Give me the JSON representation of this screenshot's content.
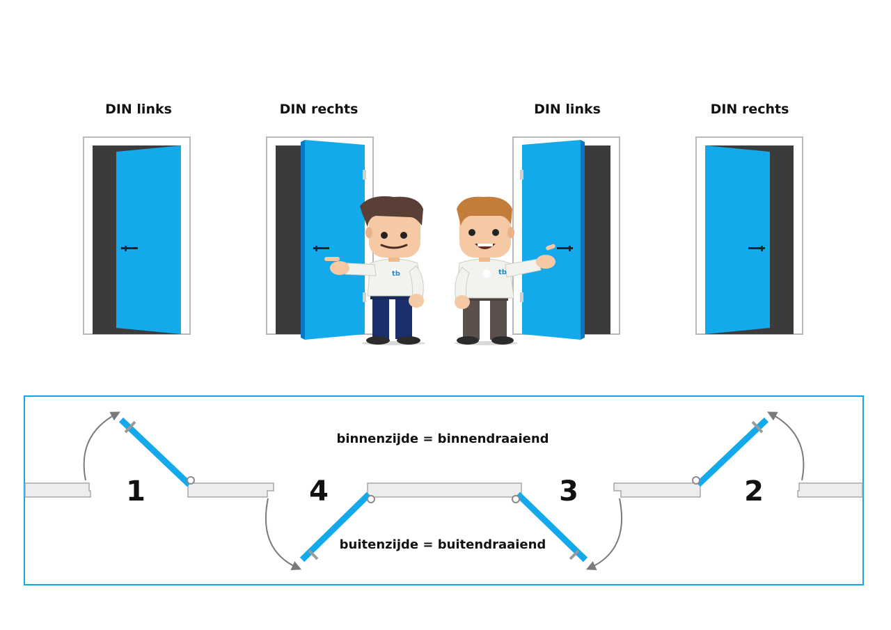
{
  "doors": [
    {
      "label": "DIN links"
    },
    {
      "label": "DIN rechts"
    },
    {
      "label": "DIN links"
    },
    {
      "label": "DIN rechts"
    }
  ],
  "mascot_badge": "tb",
  "plan": {
    "inside_label": "binnenzijde = binnendraaiend",
    "outside_label": "buitenzijde = buitendraaiend",
    "numbers": [
      "1",
      "4",
      "3",
      "2"
    ]
  },
  "colors": {
    "door_blue": "#13a9ea",
    "door_blue_dark": "#0a78c2",
    "opening_dark": "#3b3b3b",
    "frame_grey": "#b8b8b8",
    "wall_grey": "#ededed",
    "box_border": "#1aa3dc",
    "arrow_grey": "#7a7a7a"
  }
}
